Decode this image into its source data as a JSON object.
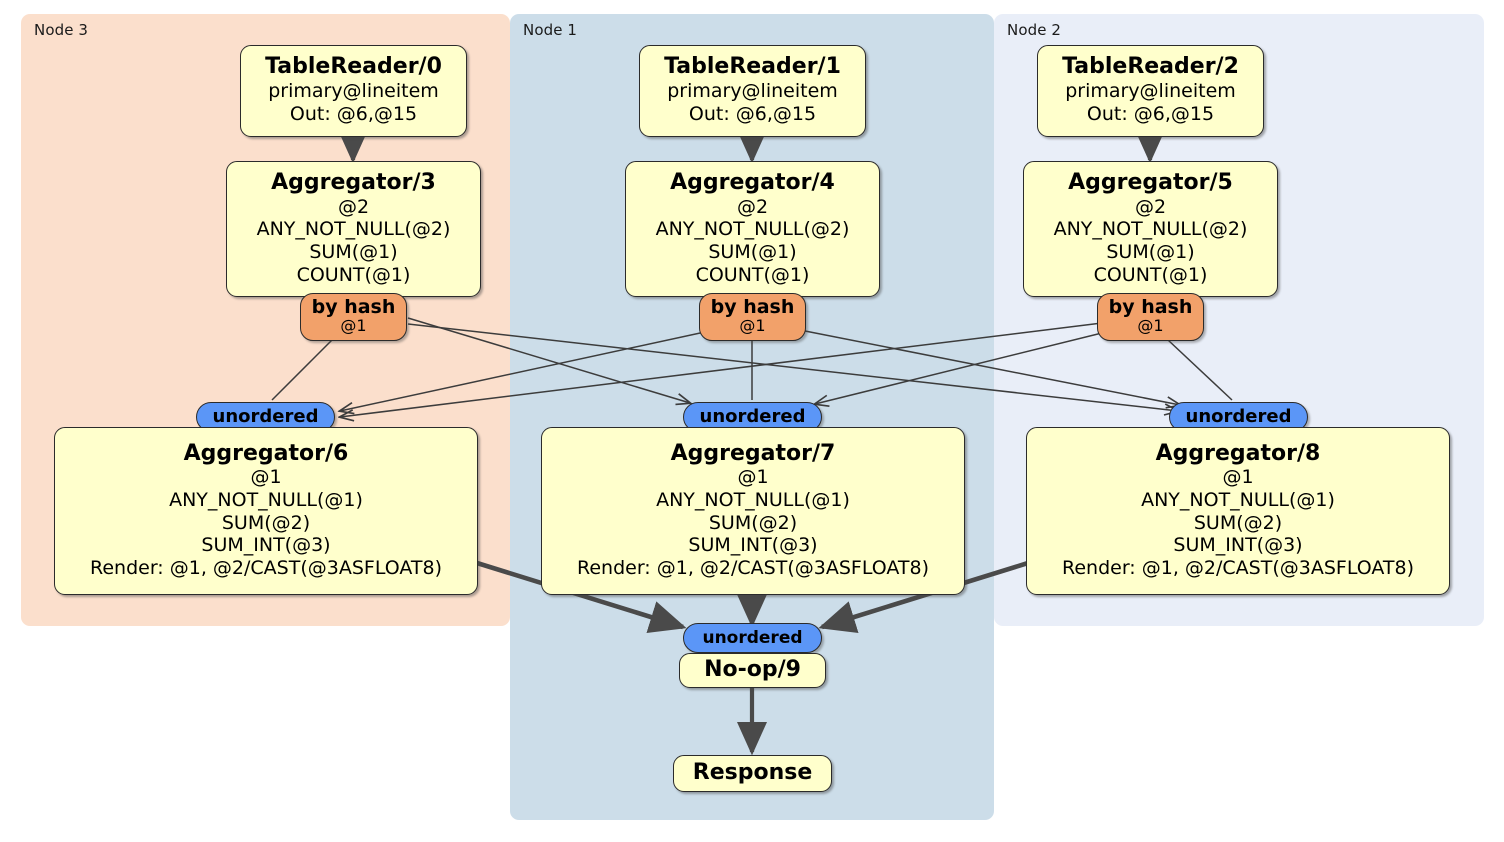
{
  "diagram": {
    "type": "distributed-query-plan",
    "panels": [
      {
        "id": "node3",
        "label": "Node 3",
        "color": "#fbdfcc"
      },
      {
        "id": "node1",
        "label": "Node 1",
        "color": "#ccdde9"
      },
      {
        "id": "node2",
        "label": "Node 2",
        "color": "#e9eef8"
      }
    ],
    "colors": {
      "box_fill": "#ffffcc",
      "hash_fill": "#f2a16a",
      "unordered_fill": "#5b96f7",
      "stroke": "#2b2b2b",
      "node3_bg": "#fbdfcc",
      "node1_bg": "#ccdde9",
      "node2_bg": "#e9eef8"
    },
    "nodes": {
      "table_reader_0": {
        "title": "TableReader/0",
        "lines": [
          "primary@lineitem",
          "Out: @6,@15"
        ]
      },
      "table_reader_1": {
        "title": "TableReader/1",
        "lines": [
          "primary@lineitem",
          "Out: @6,@15"
        ]
      },
      "table_reader_2": {
        "title": "TableReader/2",
        "lines": [
          "primary@lineitem",
          "Out: @6,@15"
        ]
      },
      "aggregator_3": {
        "title": "Aggregator/3",
        "lines": [
          "@2",
          "ANY_NOT_NULL(@2)",
          "SUM(@1)",
          "COUNT(@1)"
        ]
      },
      "aggregator_4": {
        "title": "Aggregator/4",
        "lines": [
          "@2",
          "ANY_NOT_NULL(@2)",
          "SUM(@1)",
          "COUNT(@1)"
        ]
      },
      "aggregator_5": {
        "title": "Aggregator/5",
        "lines": [
          "@2",
          "ANY_NOT_NULL(@2)",
          "SUM(@1)",
          "COUNT(@1)"
        ]
      },
      "aggregator_6": {
        "title": "Aggregator/6",
        "lines": [
          "@1",
          "ANY_NOT_NULL(@1)",
          "SUM(@2)",
          "SUM_INT(@3)",
          "Render: @1, @2/CAST(@3ASFLOAT8)"
        ]
      },
      "aggregator_7": {
        "title": "Aggregator/7",
        "lines": [
          "@1",
          "ANY_NOT_NULL(@1)",
          "SUM(@2)",
          "SUM_INT(@3)",
          "Render: @1, @2/CAST(@3ASFLOAT8)"
        ]
      },
      "aggregator_8": {
        "title": "Aggregator/8",
        "lines": [
          "@1",
          "ANY_NOT_NULL(@1)",
          "SUM(@2)",
          "SUM_INT(@3)",
          "Render: @1, @2/CAST(@3ASFLOAT8)"
        ]
      },
      "noop_9": {
        "title": "No-op/9"
      },
      "response": {
        "title": "Response"
      }
    },
    "routers": {
      "hash_0": {
        "label": "by hash",
        "column": "@1"
      },
      "hash_1": {
        "label": "by hash",
        "column": "@1"
      },
      "hash_2": {
        "label": "by hash",
        "column": "@1"
      },
      "unordered_left": {
        "label": "unordered"
      },
      "unordered_mid": {
        "label": "unordered"
      },
      "unordered_right": {
        "label": "unordered"
      },
      "unordered_final": {
        "label": "unordered"
      }
    }
  }
}
